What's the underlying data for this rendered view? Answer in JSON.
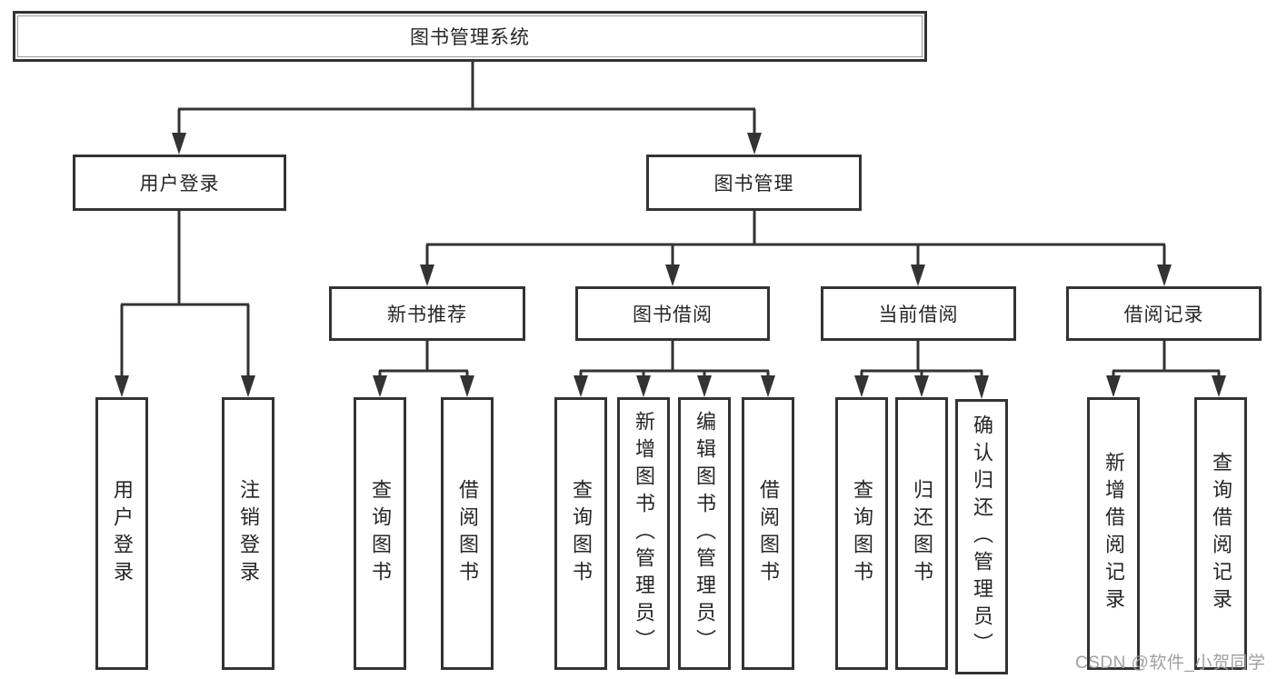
{
  "title": "图书管理系统",
  "watermark": "CSDN @软件_小贺同学",
  "colors": {
    "line": "#333333",
    "box_border": "#333333",
    "box_fill": "#ffffff",
    "text": "#262626",
    "watermark": "#9b9b9b",
    "background": "#ffffff"
  },
  "tree": {
    "label": "图书管理系统",
    "children": [
      {
        "label": "用户登录",
        "children": [
          {
            "label": "用户登录"
          },
          {
            "label": "注销登录"
          }
        ]
      },
      {
        "label": "图书管理",
        "children": [
          {
            "label": "新书推荐",
            "children": [
              {
                "label": "查询图书"
              },
              {
                "label": "借阅图书"
              }
            ]
          },
          {
            "label": "图书借阅",
            "children": [
              {
                "label": "查询图书"
              },
              {
                "label": "新增图书（管理员）"
              },
              {
                "label": "编辑图书（管理员）"
              },
              {
                "label": "借阅图书"
              }
            ]
          },
          {
            "label": "当前借阅",
            "children": [
              {
                "label": "查询图书"
              },
              {
                "label": "归还图书"
              },
              {
                "label": "确认归还（管理员）"
              }
            ]
          },
          {
            "label": "借阅记录",
            "children": [
              {
                "label": "新增借阅记录"
              },
              {
                "label": "查询借阅记录"
              }
            ]
          }
        ]
      }
    ]
  }
}
